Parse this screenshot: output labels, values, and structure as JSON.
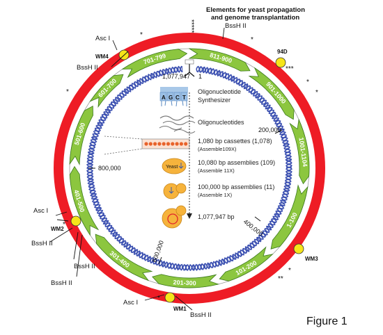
{
  "header": {
    "title_line1": "Elements for yeast propagation",
    "title_line2": "and genome transplantation",
    "top_site": "BssH II"
  },
  "figure_label": "Figure 1",
  "origin": {
    "left": "1,077,947",
    "right": "1"
  },
  "positions": [
    "200,000",
    "400,000",
    "600,000",
    "800,000"
  ],
  "segments": [
    "701-799",
    "811-900",
    "901-1000",
    "1001-1104",
    "1-100",
    "101-200",
    "201-300",
    "301-400",
    "401-500",
    "501-600",
    "601-700"
  ],
  "watermarks": [
    "WM1",
    "WM2",
    "WM3",
    "WM4",
    "94D"
  ],
  "sites": {
    "asc_wm4": "Asc I",
    "bssh_wm4": "BssH II",
    "asc_wm2": "Asc I",
    "bssh_wm2_a": "BssH II",
    "bssh_wm2_b": "BssH II",
    "bssh_wm2_c": "BssH II",
    "asc_wm1": "Asc I",
    "bssh_wm1": "BssH II"
  },
  "steps": {
    "synth_label_1": "Oligonucleotide",
    "synth_label_2": "Synthesizer",
    "synth_letters": [
      "A",
      "G",
      "C",
      "T"
    ],
    "oligos": "Oligonucleotides",
    "cassettes": "1,080 bp cassettes (1,078)",
    "cassettes_sub": "(Assemble109X)",
    "assemblies_10k": "10,080 bp assemblies (109)",
    "assemblies_10k_sub": "(Assemble 11X)",
    "assemblies_100k": "100,000 bp assemblies (11)",
    "assemblies_100k_sub": "(Assemble 1X)",
    "final": "1,077,947 bp",
    "yeast_label": "Yeast"
  },
  "stars": {
    "top": "*****",
    "asc_top": "*",
    "right_top": "*",
    "near_94d": "***",
    "right1": "*",
    "right2": "*",
    "wm3": "**",
    "wm3b": "*",
    "wm1": "*",
    "left": "*",
    "wm2": "*"
  },
  "colors": {
    "outer_ring": "#ee1c25",
    "segment_arrow": "#8cc63f",
    "segment_edge": "#3b7a1b",
    "dna_helix": "#3a4fb0",
    "watermark": "#f6e51a",
    "yeast": "#f6b33c"
  }
}
